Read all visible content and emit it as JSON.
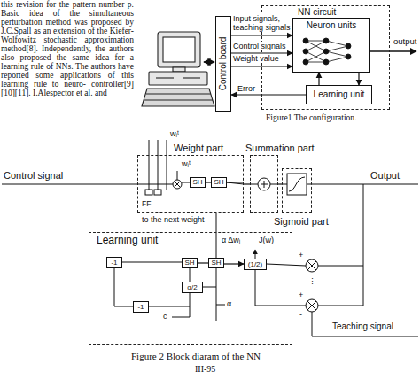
{
  "diagram": {
    "nodes": [
      {
        "text": [
          "NN circuit"
        ]
      },
      {
        "text": [
          "Neuron units"
        ],
        "in": 0
      },
      {
        "text": [
          "Learning unit"
        ],
        "in": 0
      },
      {
        "text": [
          "Control board"
        ]
      },
      {
        "text": [
          "Weight part"
        ]
      },
      {
        "text": [
          "SH"
        ],
        "in": 4
      },
      {
        "text": [
          "SH"
        ],
        "in": 4
      },
      {
        "text": [
          "Summation part"
        ]
      },
      {
        "text": [
          "Sigmoid part"
        ]
      },
      {
        "text": [
          "Learning unit"
        ]
      },
      {
        "text": [
          "-1"
        ],
        "in": 9
      },
      {
        "text": [
          "SH"
        ],
        "in": 9
      },
      {
        "text": [
          "SH"
        ],
        "in": 9
      },
      {
        "text": [
          "α/2"
        ],
        "in": 9
      },
      {
        "text": [
          "(1/2)"
        ],
        "in": 9
      },
      {
        "text": [
          "-1"
        ],
        "in": 9
      }
    ],
    "edges": [
      {
        "from": 3,
        "to": 1,
        "arrow": "to",
        "label": "Input signals, teaching signals"
      },
      {
        "from": 3,
        "to": 1,
        "arrow": "to",
        "label": "Control signals"
      },
      {
        "from": 3,
        "to": 1,
        "arrow": "to",
        "label": "Weight value"
      },
      {
        "from": 2,
        "to": 3,
        "arrow": "to",
        "label": "Error"
      },
      {
        "from": 1,
        "to": 2,
        "arrow": "to"
      },
      {
        "from": 2,
        "to": 1,
        "arrow": "to"
      },
      {
        "from": 4,
        "to": 7,
        "arrow": "none"
      },
      {
        "from": 7,
        "to": 8,
        "arrow": "none"
      },
      {
        "from": 5,
        "to": 6,
        "arrow": "none"
      },
      {
        "from": 11,
        "to": 12,
        "arrow": "none"
      },
      {
        "from": 12,
        "to": 14,
        "arrow": "to"
      },
      {
        "from": 10,
        "to": 11,
        "arrow": "none"
      }
    ],
    "labels": [
      "this revision for the pattern number p. Basic idea of the simultaneous perturbation method was proposed by J.C.Spall as an extension of the Kiefer- Wolfowitz stochastic approximation method[8]. Independently, the authors also proposed the same idea for a learning rule of NNs. The authors have reported some applications of this learning rule to neuro- controller[9][10][11]. I.Alespector et al. and",
      "output",
      "Figure1 The configuration.",
      "wᵢᵗ",
      "wᵢᵗ",
      "FF",
      "to the next weight",
      "Control signal",
      "Output",
      "α Δwᵢ",
      "J(w)",
      "c",
      "α",
      "+",
      "-",
      "+",
      "-",
      "⋮",
      "Teaching signal",
      "Figure 2 Block diaram of the NN",
      "III-95"
    ]
  }
}
